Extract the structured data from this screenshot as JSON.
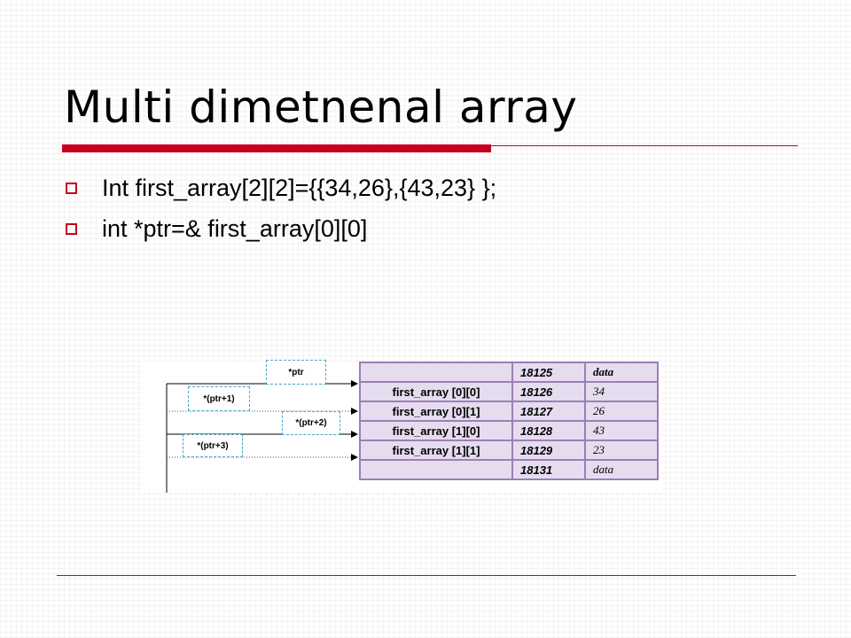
{
  "slide": {
    "title": "Multi dimetnenal array",
    "bullets": [
      "Int first_array[2][2]={{34,26},{43,23} };",
      "int *ptr=& first_array[0][0]"
    ]
  },
  "diagram": {
    "pointers": [
      "*ptr",
      "*(ptr+1)",
      "*(ptr+2)",
      "*(ptr+3)"
    ],
    "rows": [
      {
        "name": "",
        "address": "18125",
        "value": "data"
      },
      {
        "name": "first_array [0][0]",
        "address": "18126",
        "value": "34"
      },
      {
        "name": "first_array [0][1]",
        "address": "18127",
        "value": "26"
      },
      {
        "name": "first_array [1][0]",
        "address": "18128",
        "value": "43"
      },
      {
        "name": "first_array [1][1]",
        "address": "18129",
        "value": "23"
      },
      {
        "name": "",
        "address": "18131",
        "value": "data"
      }
    ]
  },
  "colors": {
    "accent_red": "#c8001e",
    "table_fill": "#e6dcef",
    "table_border": "#9b7fb5",
    "dashed_box": "#4aa8c4"
  }
}
